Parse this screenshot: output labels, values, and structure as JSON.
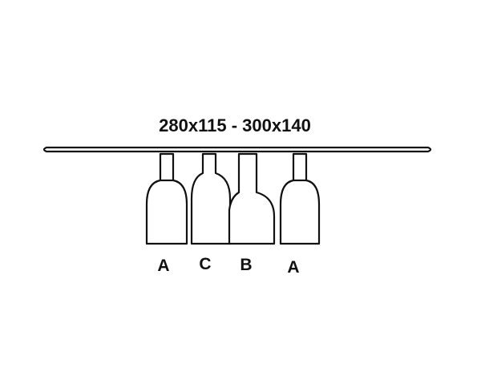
{
  "dimensions": "280x115 - 300x140",
  "legs": [
    {
      "type": "A"
    },
    {
      "type": "C"
    },
    {
      "type": "B"
    },
    {
      "type": "A"
    }
  ],
  "colors": {
    "line": "#111111",
    "background": "#ffffff"
  }
}
